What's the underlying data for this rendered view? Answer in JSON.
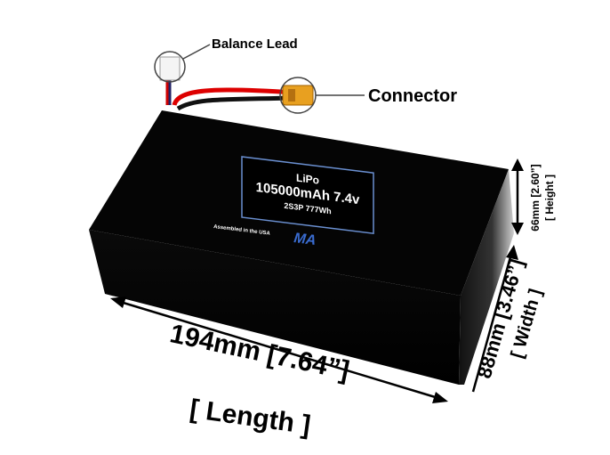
{
  "callouts": {
    "balance_lead": "Balance Lead",
    "connector": "Connector"
  },
  "label": {
    "chemistry": "LiPo",
    "capacity_voltage": "105000mAh 7.4v",
    "config_energy": "2S3P 777Wh",
    "assembled": "Assembled in the USA",
    "logo": "MA"
  },
  "dimensions": {
    "length": "194mm [7.64”]",
    "length_label": "[ Length ]",
    "width": "88mm [3.46”]",
    "width_label": "[ Width ]",
    "height": "66mm [2.60”]",
    "height_label": "[ Height ]"
  }
}
